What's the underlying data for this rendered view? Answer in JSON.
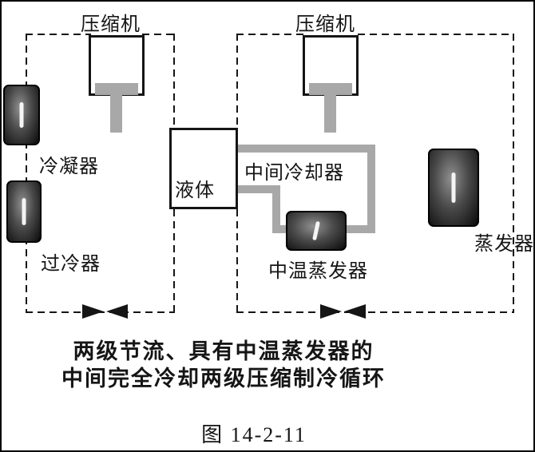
{
  "figure": {
    "labels": {
      "compressor_left": "压缩机",
      "compressor_right": "压缩机",
      "condenser": "冷凝器",
      "subcooler": "过冷器",
      "liquid": "液体",
      "intercooler": "中间冷却器",
      "mid_temp_evaporator": "中温蒸发器",
      "evaporator": "蒸发器"
    },
    "caption_line1": "两级节流、具有中温蒸发器的",
    "caption_line2": "中间完全冷却两级压缩制冷循环",
    "figure_number": "图 14-2-11",
    "colors": {
      "line": "#151515",
      "pipe": "#a8a8a8",
      "dark": "#101010",
      "bg": "#ffffff"
    }
  }
}
